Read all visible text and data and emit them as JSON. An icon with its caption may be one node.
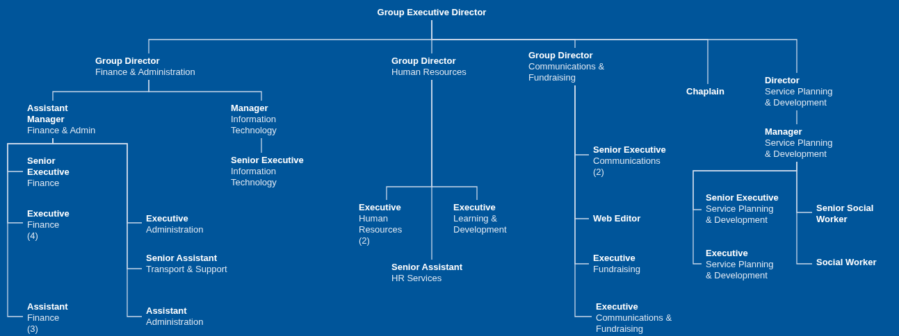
{
  "diagram": {
    "nodes": [
      {
        "text": [
          "Group Executive Director"
        ]
      },
      {
        "text": [
          "Group Director",
          "Finance & Administration"
        ]
      },
      {
        "text": [
          "Group Director",
          "Human Resources"
        ]
      },
      {
        "text": [
          "Group Director",
          "Communications & Fundraising"
        ]
      },
      {
        "text": [
          "Chaplain"
        ]
      },
      {
        "text": [
          "Director",
          "Service Planning & Development"
        ]
      },
      {
        "text": [
          "Assistant Manager",
          "Finance & Admin"
        ]
      },
      {
        "text": [
          "Manager",
          "Information Technology"
        ]
      },
      {
        "text": [
          "Senior Executive",
          "Information Technology"
        ]
      },
      {
        "text": [
          "Senior Executive",
          "Finance"
        ]
      },
      {
        "text": [
          "Executive",
          "Finance",
          "(4)"
        ]
      },
      {
        "text": [
          "Executive",
          "Administration"
        ]
      },
      {
        "text": [
          "Senior Assistant",
          "Transport & Support"
        ]
      },
      {
        "text": [
          "Assistant",
          "Administration"
        ]
      },
      {
        "text": [
          "Assistant",
          "Finance",
          "(3)"
        ]
      },
      {
        "text": [
          "Executive",
          "Human Resources",
          "(2)"
        ]
      },
      {
        "text": [
          "Executive",
          "Learning & Development"
        ]
      },
      {
        "text": [
          "Senior Assistant",
          "HR Services"
        ]
      },
      {
        "text": [
          "Senior Executive",
          "Communications",
          "(2)"
        ]
      },
      {
        "text": [
          "Web Editor"
        ]
      },
      {
        "text": [
          "Executive",
          "Fundraising"
        ]
      },
      {
        "text": [
          "Executive",
          "Communications & Fundraising"
        ]
      },
      {
        "text": [
          "Manager",
          "Service Planning & Development"
        ]
      },
      {
        "text": [
          "Senior Executive",
          "Service Planning & Development"
        ]
      },
      {
        "text": [
          "Executive",
          "Service Planning & Development"
        ]
      },
      {
        "text": [
          "Senior Social Worker"
        ]
      },
      {
        "text": [
          "Social Worker"
        ]
      }
    ],
    "edges": [
      {
        "from": 0,
        "to": 1,
        "arrow": "none"
      },
      {
        "from": 0,
        "to": 2,
        "arrow": "none"
      },
      {
        "from": 0,
        "to": 3,
        "arrow": "none"
      },
      {
        "from": 0,
        "to": 4,
        "arrow": "none"
      },
      {
        "from": 0,
        "to": 5,
        "arrow": "none"
      },
      {
        "from": 1,
        "to": 6,
        "arrow": "none"
      },
      {
        "from": 1,
        "to": 7,
        "arrow": "none"
      },
      {
        "from": 7,
        "to": 8,
        "arrow": "none"
      },
      {
        "from": 6,
        "to": 9,
        "arrow": "none"
      },
      {
        "from": 6,
        "to": 10,
        "arrow": "none"
      },
      {
        "from": 6,
        "to": 14,
        "arrow": "none"
      },
      {
        "from": 6,
        "to": 11,
        "arrow": "none"
      },
      {
        "from": 6,
        "to": 12,
        "arrow": "none"
      },
      {
        "from": 6,
        "to": 13,
        "arrow": "none"
      },
      {
        "from": 2,
        "to": 15,
        "arrow": "none"
      },
      {
        "from": 2,
        "to": 16,
        "arrow": "none"
      },
      {
        "from": 2,
        "to": 17,
        "arrow": "none"
      },
      {
        "from": 3,
        "to": 18,
        "arrow": "none"
      },
      {
        "from": 3,
        "to": 19,
        "arrow": "none"
      },
      {
        "from": 3,
        "to": 20,
        "arrow": "none"
      },
      {
        "from": 3,
        "to": 21,
        "arrow": "none"
      },
      {
        "from": 5,
        "to": 22,
        "arrow": "none"
      },
      {
        "from": 22,
        "to": 23,
        "arrow": "none"
      },
      {
        "from": 22,
        "to": 24,
        "arrow": "none"
      },
      {
        "from": 22,
        "to": 25,
        "arrow": "none"
      },
      {
        "from": 22,
        "to": 26,
        "arrow": "none"
      }
    ]
  }
}
